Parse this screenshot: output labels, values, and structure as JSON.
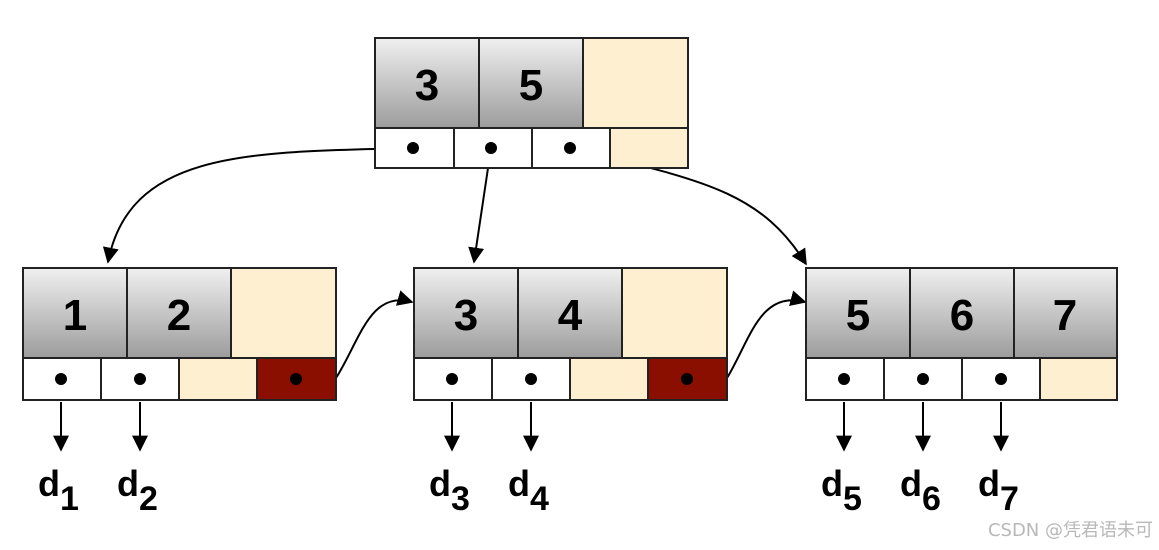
{
  "colors": {
    "key_top": "#f0f0f0",
    "key_bottom": "#9c9c9c",
    "empty": "#fdefcf",
    "leaf_link": "#8a0f00",
    "border": "#222222",
    "pointer": "#ffffff"
  },
  "root": {
    "keys": [
      "3",
      "5"
    ]
  },
  "leaves": [
    {
      "keys": [
        "1",
        "2"
      ],
      "data": [
        {
          "base": "d",
          "sub": "1"
        },
        {
          "base": "d",
          "sub": "2"
        }
      ]
    },
    {
      "keys": [
        "3",
        "4"
      ],
      "data": [
        {
          "base": "d",
          "sub": "3"
        },
        {
          "base": "d",
          "sub": "4"
        }
      ]
    },
    {
      "keys": [
        "5",
        "6",
        "7"
      ],
      "data": [
        {
          "base": "d",
          "sub": "5"
        },
        {
          "base": "d",
          "sub": "6"
        },
        {
          "base": "d",
          "sub": "7"
        }
      ]
    }
  ],
  "watermark": "CSDN @凭君语未可"
}
